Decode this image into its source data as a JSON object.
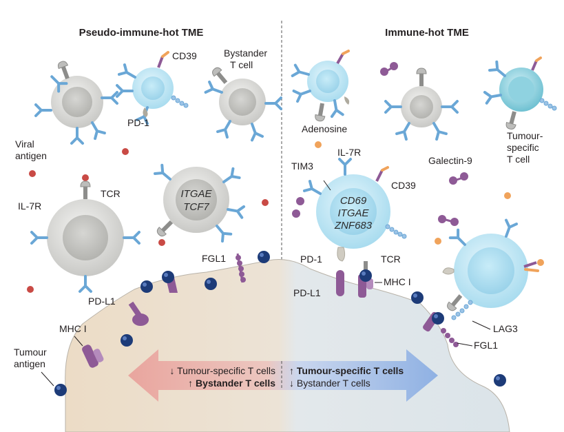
{
  "panels": {
    "left_title": "Pseudo-immune-hot TME",
    "right_title": "Immune-hot TME"
  },
  "left_labels": {
    "cd39": "CD39",
    "pd1": "PD-1",
    "bystander_line1": "Bystander",
    "bystander_line2": "T cell",
    "viral_line1": "Viral",
    "viral_line2": "antigen",
    "tcr": "TCR",
    "il7r": "IL-7R",
    "fgl1": "FGL1",
    "pdl1": "PD-L1",
    "mhc": "MHC I",
    "tumour_line1": "Tumour",
    "tumour_line2": "antigen"
  },
  "left_genes": {
    "g1": "ITGAE",
    "g2": "TCF7"
  },
  "right_labels": {
    "adenosine": "Adenosine",
    "il7r": "IL-7R",
    "tim3": "TIM3",
    "cd39": "CD39",
    "galectin": "Galectin-9",
    "tumour_specific_line1": "Tumour-",
    "tumour_specific_line2": "specific",
    "tumour_specific_line3": "T cell",
    "pd1": "PD-1",
    "tcr": "TCR",
    "pdl1": "PD-L1",
    "mhc": "MHC I",
    "lag3": "LAG3",
    "fgl1": "FGL1"
  },
  "right_genes": {
    "g1": "CD69",
    "g2": "ITGAE",
    "g3": "ZNF683"
  },
  "arrow": {
    "left_line1": "↓ Tumour-specific T cells",
    "left_line2": "↑ Bystander T cells",
    "right_line1": "↑ Tumour-specific T cells",
    "right_line2": "↓ Bystander T cells"
  },
  "colors": {
    "grey_cell": "#d8d8d6",
    "blue_cell": "#b9e3f2",
    "teal_cell": "#7fcbd9",
    "receptor_blue": "#6aa7d6",
    "purple": "#8e5a96",
    "antigen_navy": "#1d3b78",
    "red_dot": "#c94a45",
    "orange": "#f0a35b",
    "tumour_left": "#eadfce",
    "tumour_right": "#dfe6ea"
  }
}
